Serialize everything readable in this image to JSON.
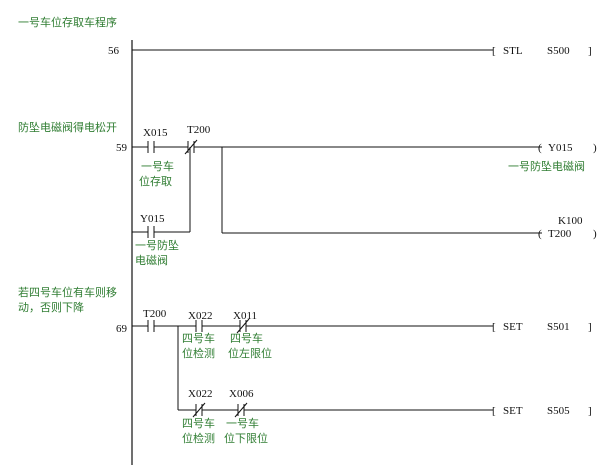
{
  "rungs": [
    {
      "comment_lines": [
        "一号车位存取车程序"
      ],
      "step": "56",
      "instr": {
        "op": "STL",
        "arg": "S500"
      }
    },
    {
      "comment_lines": [
        "防坠电磁阀得电松开"
      ],
      "step": "59",
      "contacts": [
        {
          "addr": "X015",
          "type": "NO",
          "note_lines": [
            "一号车",
            "位存取"
          ]
        },
        {
          "addr": "T200",
          "type": "NC"
        },
        {
          "addr": "Y015",
          "type": "NO",
          "note_lines": [
            "一号防坠",
            "电磁阀"
          ]
        }
      ],
      "outputs": [
        {
          "addr": "Y015",
          "note": "一号防坠电磁阀"
        },
        {
          "addr": "T200",
          "setting": "K100"
        }
      ]
    },
    {
      "comment_lines": [
        "若四号车位有车则移",
        "动，否则下降"
      ],
      "step": "69",
      "contacts": [
        {
          "addr": "T200",
          "type": "NO"
        },
        {
          "addr": "X022",
          "type": "NO",
          "note_lines": [
            "四号车",
            "位检测"
          ]
        },
        {
          "addr": "X011",
          "type": "NC",
          "note_lines": [
            "四号车",
            "位左限位"
          ]
        },
        {
          "addr": "X022",
          "type": "NC",
          "note_lines": [
            "四号车",
            "位检测"
          ]
        },
        {
          "addr": "X006",
          "type": "NC",
          "note_lines": [
            "一号车",
            "位下限位"
          ]
        }
      ],
      "instrs": [
        {
          "op": "SET",
          "arg": "S501"
        },
        {
          "op": "SET",
          "arg": "S505"
        }
      ]
    }
  ]
}
